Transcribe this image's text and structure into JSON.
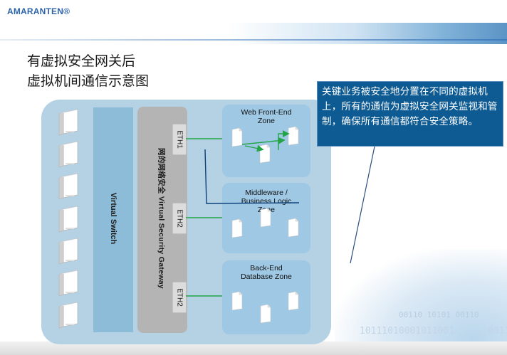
{
  "header": {
    "logo_text": "AMARANTEN®"
  },
  "title": {
    "line1": "有虚拟安全网关后",
    "line2": "虚拟机间通信示意图"
  },
  "diagram": {
    "virtual_switch_label": "Virtual Switch",
    "gateway_label": "网的网络安全 Virtual Security Gateway",
    "eth_ports": [
      "ETH1",
      "ETH2",
      "ETH2"
    ],
    "zones": {
      "web": "Web Front-End Zone",
      "middleware_line1": "Middleware /",
      "middleware_line2": "Business Logic",
      "middleware_line3": "Zone",
      "database_line1": "Back-End",
      "database_line2": "Database Zone"
    }
  },
  "callout": {
    "text": "关键业务被安全地分置在不同的虚拟机上，所有的通信为虚拟安全网关监视和管制，确保所有通信都符合安全策略。"
  },
  "decoration": {
    "binary_row1": "00110 10101 00110",
    "binary_row2": "10111010001011001......00111"
  },
  "colors": {
    "outer_panel": "#b5d2e5",
    "virtual_switch": "#8dbcd9",
    "gateway": "#b4b4b4",
    "zone": "#9ec8e4",
    "connector_green": "#22a447",
    "callout_bg": "#0e5b94",
    "logo": "#2f66aa"
  }
}
